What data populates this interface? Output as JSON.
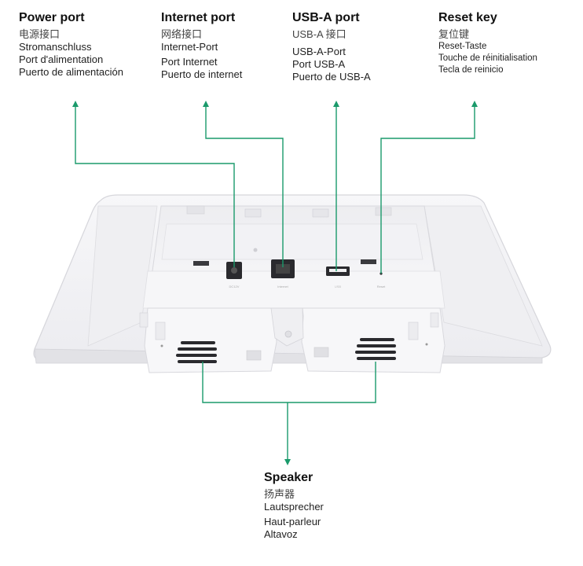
{
  "labels": {
    "power": {
      "title": "Power port",
      "lines": [
        "电源接口",
        "Stromanschluss",
        "Port d'alimentation",
        "Puerto de alimentación"
      ]
    },
    "internet": {
      "title": "Internet port",
      "lines": [
        "网络接口",
        "Internet-Port",
        "Port Internet",
        "Puerto de internet"
      ]
    },
    "usb": {
      "title": "USB-A port",
      "lines": [
        "USB-A 接口",
        "USB-A-Port",
        "Port USB-A",
        "Puerto de USB-A"
      ]
    },
    "reset": {
      "title": "Reset key",
      "lines": [
        "复位键",
        "Reset-Taste",
        "Touche de réinitialisation",
        "Tecla de reinicio"
      ]
    },
    "speaker": {
      "title": "Speaker",
      "lines": [
        "扬声器",
        "Lautsprecher",
        "Haut-parleur",
        "Altavoz"
      ]
    }
  },
  "device_port_text": {
    "power": "DC12V",
    "internet": "Internet",
    "usb": "USB",
    "reset": "Reset"
  },
  "colors": {
    "callout_line": "#1a9a6b",
    "device_body": "#f4f4f6",
    "device_edge": "#d9d9de",
    "port_dark": "#2a2a2e"
  }
}
